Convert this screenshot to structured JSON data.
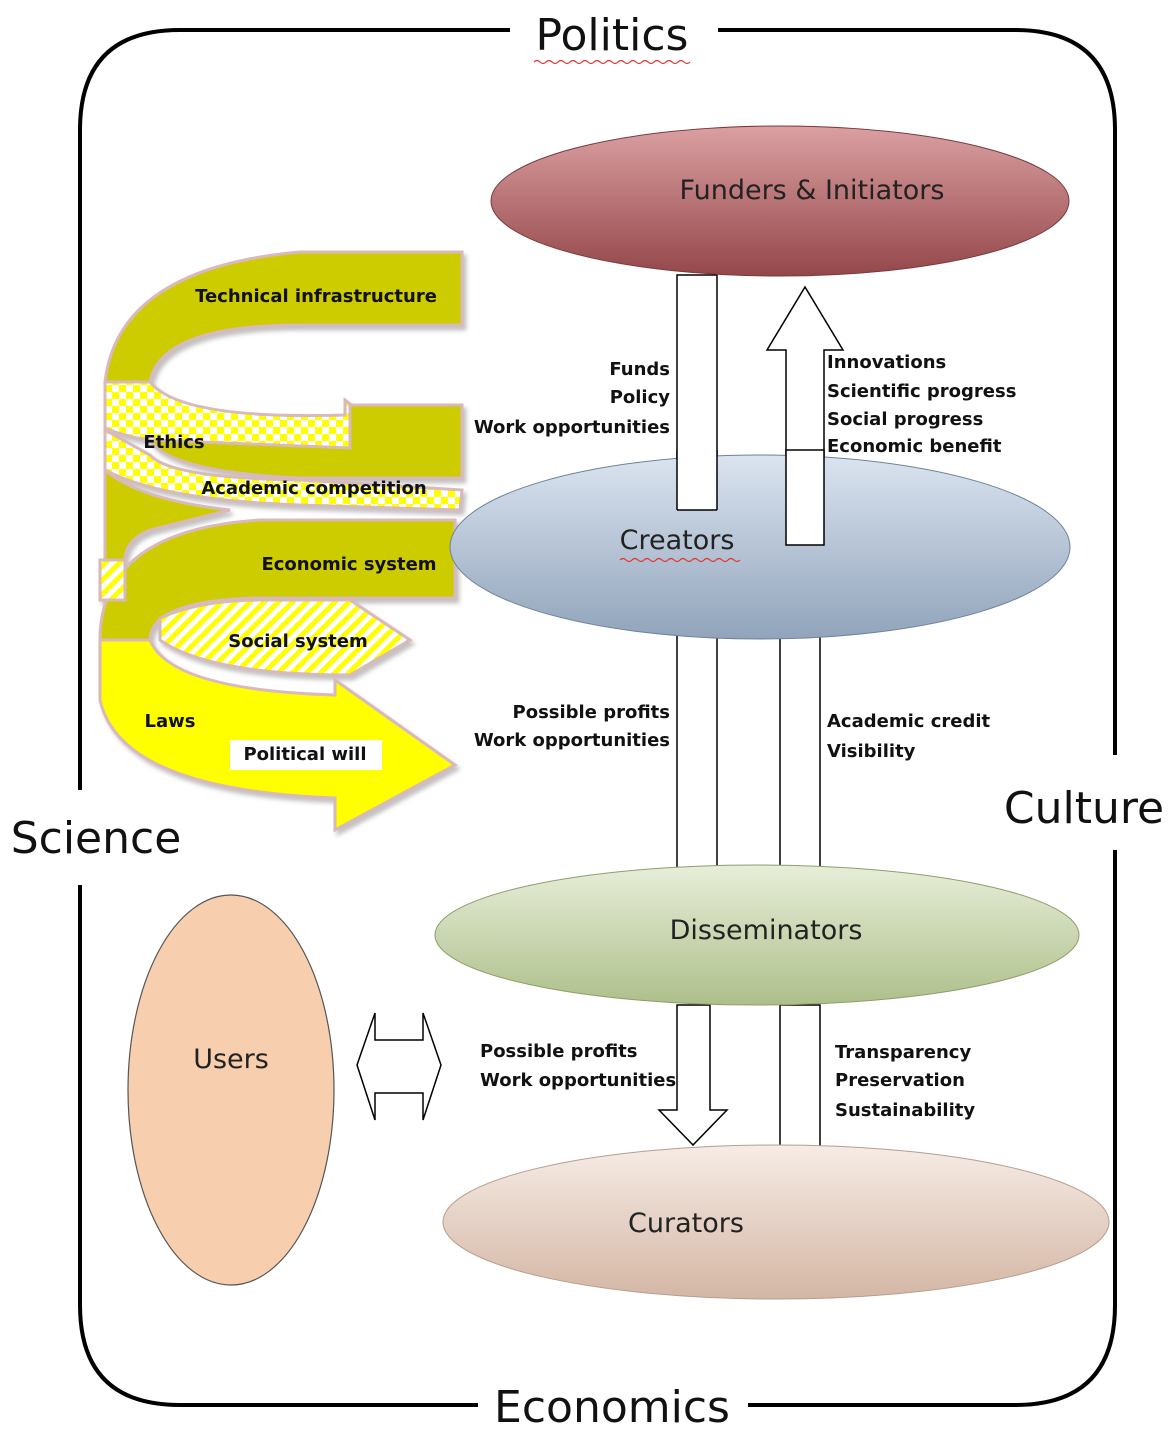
{
  "frame": {
    "top": "Politics",
    "bottom": "Economics",
    "left": "Science",
    "right": "Culture"
  },
  "nodes": {
    "funders": "Funders & Initiators",
    "creators": "Creators",
    "disseminators": "Disseminators",
    "curators": "Curators",
    "users": "Users"
  },
  "flows": {
    "funders_to_creators": [
      "Funds",
      "Policy",
      "Work opportunities"
    ],
    "creators_to_funders": [
      "Innovations",
      "Scientific progress",
      "Social progress",
      "Economic benefit"
    ],
    "disseminators_to_creators": [
      "Possible profits",
      "Work opportunities"
    ],
    "creators_to_disseminators": [
      "Academic credit",
      "Visibility"
    ],
    "disseminators_to_curators": [
      "Possible profits",
      "Work opportunities"
    ],
    "curators_to_disseminators": [
      "Transparency",
      "Preservation",
      "Sustainability"
    ]
  },
  "influences": {
    "technical_infrastructure": "Technical infrastructure",
    "ethics": "Ethics",
    "academic_competition": "Academic competition",
    "economic_system": "Economic system",
    "social_system": "Social system",
    "laws": "Laws",
    "political_will": "Political will"
  },
  "colors": {
    "funders": "#a04a4d",
    "creators": "#9fb2c9",
    "disseminators": "#c3d2a6",
    "curators": "#e3cbbc",
    "users": "#f8cfae",
    "band_olive": "#cccc00",
    "band_yellow": "#ffff00"
  }
}
